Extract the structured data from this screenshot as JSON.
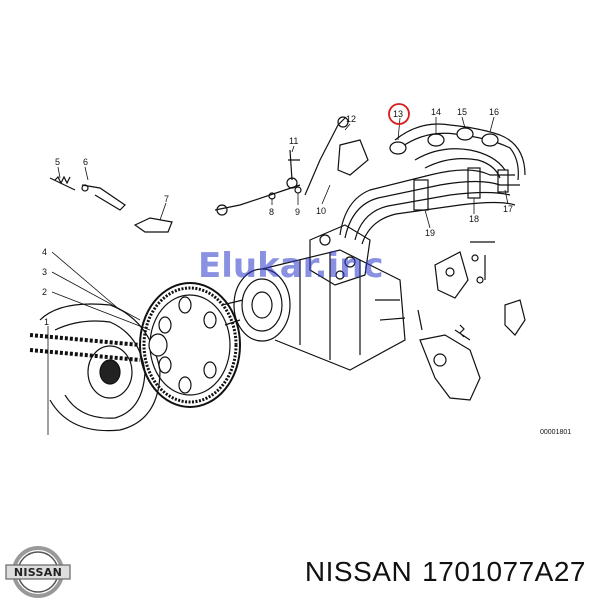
{
  "diagram": {
    "callouts": [
      {
        "id": "c1",
        "text": "1"
      },
      {
        "id": "c2",
        "text": "2"
      },
      {
        "id": "c3",
        "text": "3"
      },
      {
        "id": "c4",
        "text": "4"
      },
      {
        "id": "c5",
        "text": "5"
      },
      {
        "id": "c6",
        "text": "6"
      },
      {
        "id": "c7",
        "text": "7"
      },
      {
        "id": "c8",
        "text": "8"
      },
      {
        "id": "c9",
        "text": "9"
      },
      {
        "id": "c10",
        "text": "10"
      },
      {
        "id": "c11",
        "text": "11"
      },
      {
        "id": "c12",
        "text": "12"
      },
      {
        "id": "c13",
        "text": "13"
      },
      {
        "id": "c14",
        "text": "14"
      },
      {
        "id": "c15",
        "text": "15"
      },
      {
        "id": "c16",
        "text": "16"
      },
      {
        "id": "c17",
        "text": "17"
      },
      {
        "id": "c18",
        "text": "18"
      },
      {
        "id": "c19",
        "text": "19"
      }
    ],
    "reference_code": "00001801",
    "highlighted_callout": "13",
    "highlight_color": "#d81b1b",
    "watermark_text": "Elukar.inc",
    "watermark_color": "#2b39c9"
  },
  "footer": {
    "brand_logo_text": "NISSAN",
    "brand": "NISSAN",
    "part_number": "1701077A27"
  }
}
